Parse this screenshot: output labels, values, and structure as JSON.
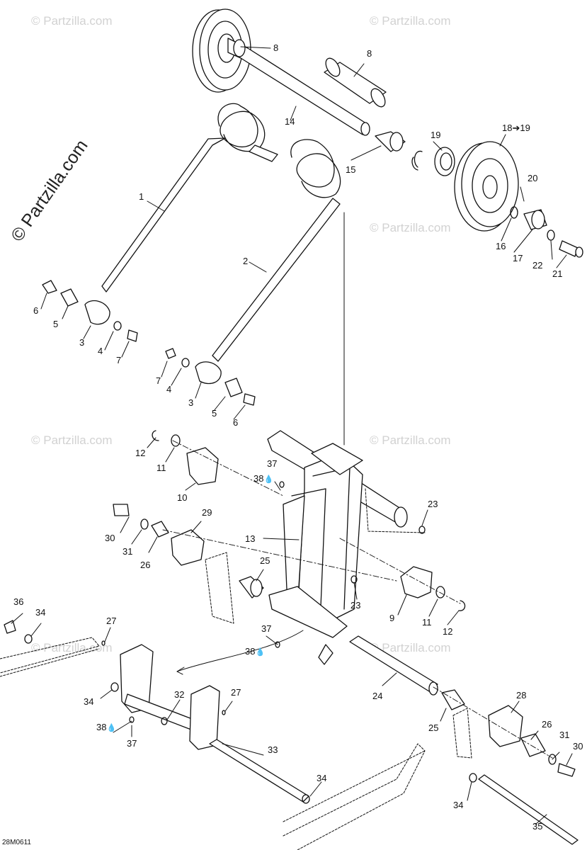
{
  "watermark_text": "© Partzilla.com",
  "figure_code": "28M0611",
  "oil_drop_symbol": "💧",
  "callouts": [
    {
      "id": "c8a",
      "text": "8"
    },
    {
      "id": "c8b",
      "text": "8"
    },
    {
      "id": "c14",
      "text": "14"
    },
    {
      "id": "c15",
      "text": "15"
    },
    {
      "id": "c19",
      "text": "19"
    },
    {
      "id": "c1819",
      "text": "18➔19"
    },
    {
      "id": "c20",
      "text": "20"
    },
    {
      "id": "c16",
      "text": "16"
    },
    {
      "id": "c17",
      "text": "17"
    },
    {
      "id": "c22",
      "text": "22"
    },
    {
      "id": "c21",
      "text": "21"
    },
    {
      "id": "c1",
      "text": "1"
    },
    {
      "id": "c2",
      "text": "2"
    },
    {
      "id": "c6a",
      "text": "6"
    },
    {
      "id": "c5a",
      "text": "5"
    },
    {
      "id": "c3a",
      "text": "3"
    },
    {
      "id": "c4a",
      "text": "4"
    },
    {
      "id": "c7a",
      "text": "7"
    },
    {
      "id": "c7b",
      "text": "7"
    },
    {
      "id": "c4b",
      "text": "4"
    },
    {
      "id": "c3b",
      "text": "3"
    },
    {
      "id": "c5b",
      "text": "5"
    },
    {
      "id": "c6b",
      "text": "6"
    },
    {
      "id": "c12a",
      "text": "12"
    },
    {
      "id": "c11a",
      "text": "11"
    },
    {
      "id": "c10",
      "text": "10"
    },
    {
      "id": "c37a",
      "text": "37"
    },
    {
      "id": "c38a",
      "text": "38"
    },
    {
      "id": "c23a",
      "text": "23"
    },
    {
      "id": "c29",
      "text": "29"
    },
    {
      "id": "c30a",
      "text": "30"
    },
    {
      "id": "c31a",
      "text": "31"
    },
    {
      "id": "c26a",
      "text": "26"
    },
    {
      "id": "c13",
      "text": "13"
    },
    {
      "id": "c25a",
      "text": "25"
    },
    {
      "id": "c23b",
      "text": "23"
    },
    {
      "id": "c9",
      "text": "9"
    },
    {
      "id": "c11b",
      "text": "11"
    },
    {
      "id": "c12b",
      "text": "12"
    },
    {
      "id": "c36",
      "text": "36"
    },
    {
      "id": "c34a",
      "text": "34"
    },
    {
      "id": "c27a",
      "text": "27"
    },
    {
      "id": "c37b",
      "text": "37"
    },
    {
      "id": "c38b",
      "text": "38"
    },
    {
      "id": "c34b",
      "text": "34"
    },
    {
      "id": "c32",
      "text": "32"
    },
    {
      "id": "c27b",
      "text": "27"
    },
    {
      "id": "c24",
      "text": "24"
    },
    {
      "id": "c28",
      "text": "28"
    },
    {
      "id": "c38c",
      "text": "38"
    },
    {
      "id": "c37c",
      "text": "37"
    },
    {
      "id": "c25b",
      "text": "25"
    },
    {
      "id": "c26b",
      "text": "26"
    },
    {
      "id": "c31b",
      "text": "31"
    },
    {
      "id": "c30b",
      "text": "30"
    },
    {
      "id": "c33",
      "text": "33"
    },
    {
      "id": "c34c",
      "text": "34"
    },
    {
      "id": "c34d",
      "text": "34"
    },
    {
      "id": "c35",
      "text": "35"
    }
  ]
}
